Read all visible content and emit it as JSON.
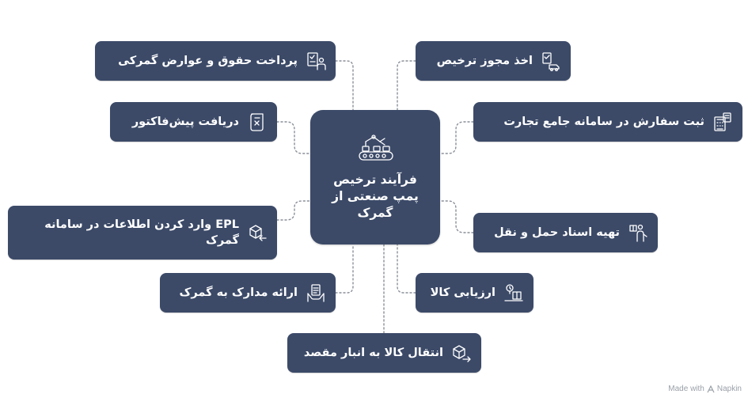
{
  "center": {
    "title": "فرآیند ترخیص پمپ صنعتی از گمرک",
    "icon": "conveyor-robot-icon"
  },
  "steps": {
    "pay_duties": {
      "label": "پرداخت حقوق و عوارض گمرکی",
      "icon": "checklist-person-icon"
    },
    "get_license": {
      "label": "اخذ مجوز ترخیص",
      "icon": "document-truck-icon"
    },
    "proforma": {
      "label": "دریافت پیش‌فاکتور",
      "icon": "invoice-icon"
    },
    "register_order": {
      "label": "ثبت سفارش در سامانه جامع تجارت",
      "icon": "calculator-document-icon"
    },
    "epl_entry": {
      "label": "EPL وارد کردن اطلاعات در سامانه گمرک",
      "icon": "package-return-icon"
    },
    "transport_docs": {
      "label": "تهیه اسناد حمل و نقل",
      "icon": "person-boxes-icon"
    },
    "submit_docs": {
      "label": "ارائه مدارک به گمرک",
      "icon": "hands-document-icon"
    },
    "evaluation": {
      "label": "ارزیابی کالا",
      "icon": "scale-box-icon"
    },
    "transfer": {
      "label": "انتقال کالا به انبار مقصد",
      "icon": "box-arrow-icon"
    }
  },
  "watermark": {
    "prefix": "Made with",
    "brand": "Napkin"
  }
}
